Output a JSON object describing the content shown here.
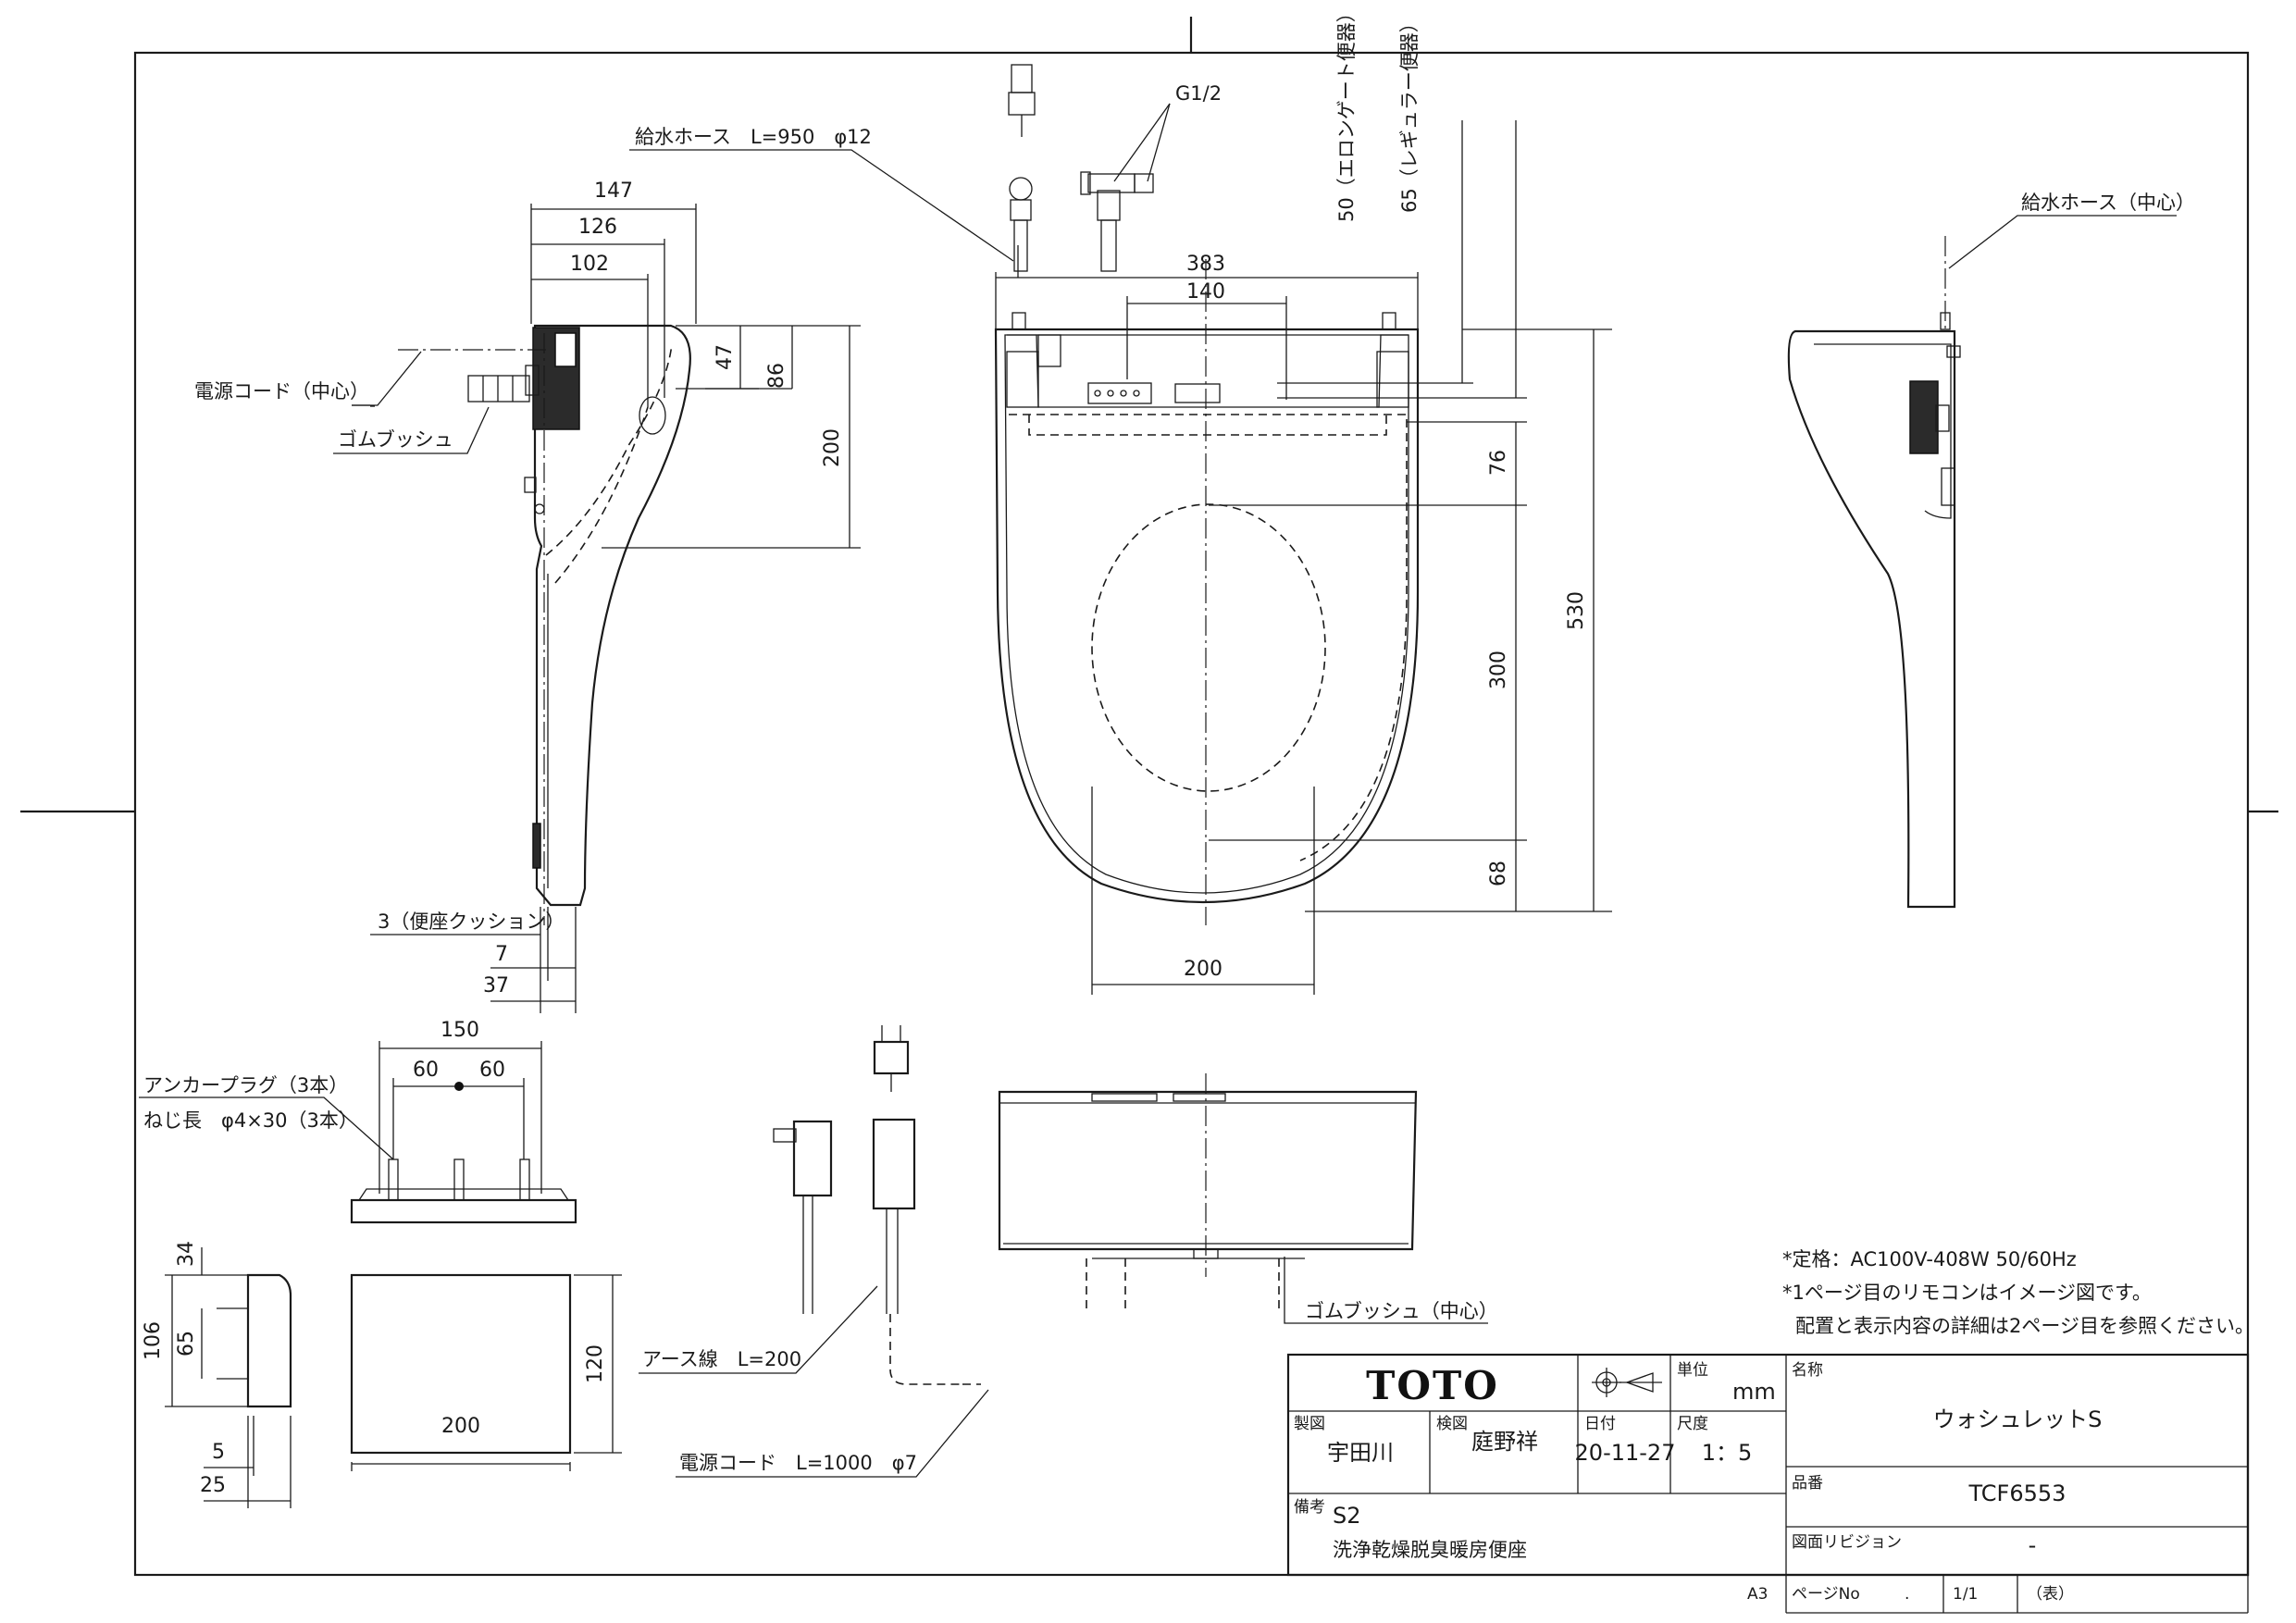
{
  "labels": {
    "supply_hose": "給水ホース　L=950　φ12",
    "g12": "G1/2",
    "supply_hose_center": "給水ホース（中心）",
    "power_cord_center": "電源コード（中心）",
    "rubber_bush": "ゴムブッシュ",
    "elongated_bowl": "50（エロンゲート便器）",
    "regular_bowl": "65（レギュラー便器）",
    "seat_cushion": "3（便座クッション）",
    "anchor_plug": "アンカープラグ（3本）",
    "screw_length": "ねじ長　φ4×30（3本）",
    "earth_wire": "アース線　L=200",
    "power_cord": "電源コード　L=1000　φ7",
    "rubber_bush_center": "ゴムブッシュ（中心）"
  },
  "dims": {
    "d147": "147",
    "d126": "126",
    "d102": "102",
    "d47": "47",
    "d86": "86",
    "d200a": "200",
    "d7": "7",
    "d37": "37",
    "d383": "383",
    "d140": "140",
    "d76": "76",
    "d300": "300",
    "d68": "68",
    "d530": "530",
    "d200b": "200",
    "d150": "150",
    "d60a": "60",
    "d60b": "60",
    "d34": "34",
    "d106": "106",
    "d65": "65",
    "d5": "5",
    "d25": "25",
    "d120": "120",
    "d200c": "200"
  },
  "notes": [
    "*定格：AC100V-408W 50/60Hz",
    "*1ページ目のリモコンはイメージ図です。",
    "配置と表示内容の詳細は2ページ目を参照ください。"
  ],
  "title_block": {
    "logo": "TOTO",
    "unit_label": "単位",
    "unit": "mm",
    "name_label": "名称",
    "product_name": "ウォシュレットS",
    "drafter_label": "製図",
    "drafter": "宇田川",
    "checker_label": "検図",
    "checker": "庭野祥",
    "date_label": "日付",
    "date": "20-11-27",
    "scale_label": "尺度",
    "scale": "1：5",
    "model_label": "品番",
    "model": "TCF6553",
    "remarks_label": "備考",
    "remark1": "S2",
    "remark2": "洗浄乾燥脱臭暖房便座",
    "revision_label": "図面リビジョン",
    "revision": "-",
    "sheet_size": "A3",
    "page_label": "ページNo",
    "page": "1/1",
    "page_suffix": "（表）"
  },
  "colors": {
    "line": "#1a1a1a",
    "fill_dark": "#2b2b2b",
    "background": "#ffffff"
  }
}
